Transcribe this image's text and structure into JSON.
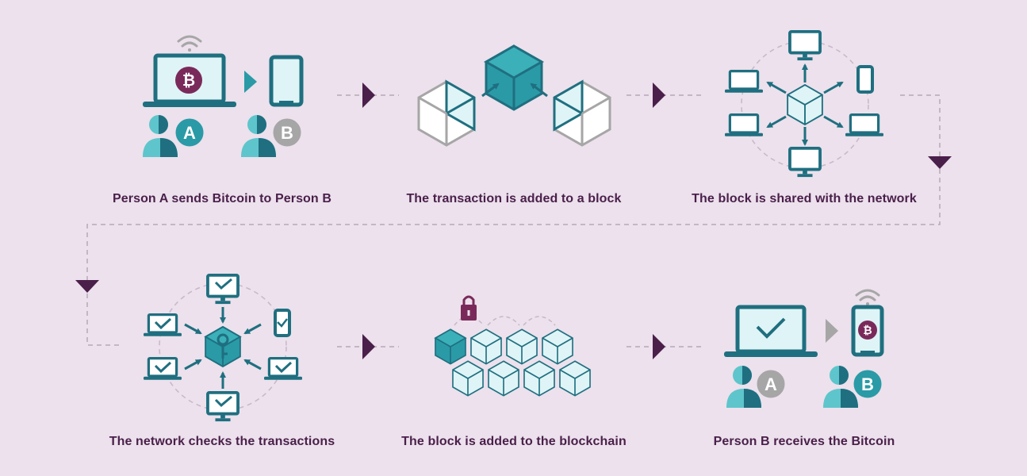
{
  "steps": [
    {
      "label": "Person A sends Bitcoin to Person B"
    },
    {
      "label": "The transaction is added to a block"
    },
    {
      "label": "The block is shared with the network"
    },
    {
      "label": "The network checks the transactions"
    },
    {
      "label": "The block is added to the blockchain"
    },
    {
      "label": "Person B receives the Bitcoin"
    }
  ],
  "badges": {
    "person_a": "A",
    "person_b": "B",
    "bitcoin": "₿"
  },
  "colors": {
    "background": "#ece1ec",
    "teal_dark": "#1f6f80",
    "teal_mid": "#2a9aa6",
    "teal_light": "#dff4f6",
    "teal_bright": "#5ec5cc",
    "purple": "#4a1f4a",
    "bitcoin": "#7a2a5a",
    "grey": "#a6a6a6"
  },
  "icons": [
    "laptop-icon",
    "phone-icon",
    "wifi-icon",
    "person-icon",
    "cube-icon",
    "monitor-icon",
    "padlock-icon",
    "checkmark-icon",
    "key-icon",
    "arrow-icon"
  ]
}
